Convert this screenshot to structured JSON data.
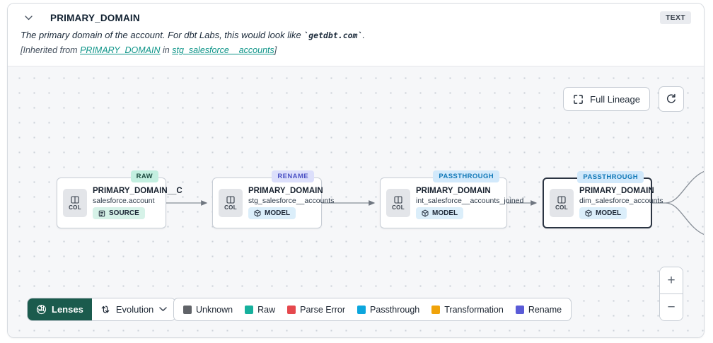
{
  "header": {
    "title": "PRIMARY_DOMAIN",
    "type_badge": "TEXT",
    "description": {
      "prefix": "The primary domain of the account. For dbt Labs, this would look like ",
      "code": "`getdbt.com`",
      "suffix": "."
    },
    "inherited": {
      "prefix": "[Inherited from ",
      "column_link": "PRIMARY_DOMAIN",
      "middle": " in ",
      "model_link": "stg_salesforce__accounts",
      "suffix": "]"
    }
  },
  "toolbar": {
    "full_lineage_label": "Full Lineage"
  },
  "nodes": [
    {
      "column": "PRIMARY_DOMAIN__C",
      "model": "salesforce.account",
      "resource_type": "SOURCE",
      "status_badge": "RAW",
      "badge_bg": "#c3efe0",
      "badge_color": "#1d4c41",
      "col_label": "COL"
    },
    {
      "column": "PRIMARY_DOMAIN",
      "model": "stg_salesforce__accounts",
      "resource_type": "MODEL",
      "status_badge": "RENAME",
      "badge_bg": "#dcdffb",
      "badge_color": "#4c52c4",
      "col_label": "COL"
    },
    {
      "column": "PRIMARY_DOMAIN",
      "model": "int_salesforce__accounts_joined",
      "resource_type": "MODEL",
      "status_badge": "PASSTHROUGH",
      "badge_bg": "#d2e9fb",
      "badge_color": "#1279b8",
      "col_label": "COL"
    },
    {
      "column": "PRIMARY_DOMAIN",
      "model": "dim_salesforce_accounts",
      "resource_type": "MODEL",
      "status_badge": "PASSTHROUGH",
      "badge_bg": "#d2e9fb",
      "badge_color": "#1279b8",
      "col_label": "COL"
    }
  ],
  "lenses": {
    "button_label": "Lenses",
    "selected_lens": "Evolution"
  },
  "legend": {
    "items": [
      {
        "label": "Unknown",
        "color": "#606368"
      },
      {
        "label": "Raw",
        "color": "#16b09c"
      },
      {
        "label": "Parse Error",
        "color": "#e5484d"
      },
      {
        "label": "Passthrough",
        "color": "#0ca6dd"
      },
      {
        "label": "Transformation",
        "color": "#f0a30a"
      },
      {
        "label": "Rename",
        "color": "#5a5bd7"
      }
    ]
  },
  "zoom_controls": {
    "zoom_in_label": "+",
    "zoom_out_label": "−"
  }
}
